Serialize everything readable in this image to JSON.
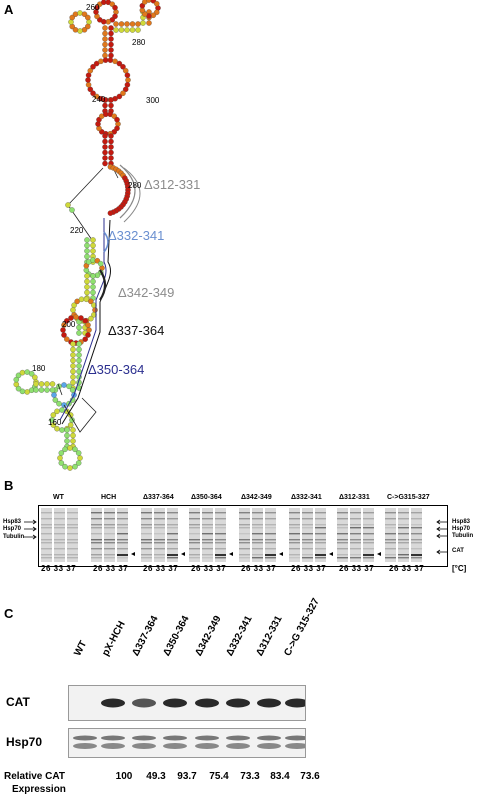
{
  "panel_a": {
    "letter": "A",
    "position_labels": [
      "260",
      "280",
      "240",
      "300",
      "280",
      "220",
      "200",
      "180",
      "160"
    ],
    "deletion_labels": [
      {
        "text": "Δ312-331",
        "color": "#8c8c8c"
      },
      {
        "text": "Δ332-341",
        "color": "#6a8fd0"
      },
      {
        "text": "Δ342-349",
        "color": "#8c8c8c"
      },
      {
        "text": "Δ337-364",
        "color": "#111111"
      },
      {
        "text": "Δ350-364",
        "color": "#2b2f8f"
      }
    ]
  },
  "panel_b": {
    "letter": "B",
    "lanes": [
      "WT",
      "HCH",
      "Δ337-364",
      "Δ350-364",
      "Δ342-349",
      "Δ332-341",
      "Δ312-331",
      "C->G315-327"
    ],
    "temperatures": "26  33  37",
    "unit": "[°C]",
    "left_markers": [
      "Hsp83",
      "Hsp70",
      "Tubulin"
    ],
    "right_markers": [
      "Hsp83",
      "Hsp70",
      "Tubulin"
    ],
    "cat_label": "CAT"
  },
  "panel_c": {
    "letter": "C",
    "lanes": [
      "WT",
      "pX-HCH",
      "Δ337-364",
      "Δ350-364",
      "Δ342-349",
      "Δ332-341",
      "Δ312-331",
      "C->G 315-327"
    ],
    "blot_labels": [
      "CAT",
      "Hsp70"
    ],
    "relative_label_line1": "Relative CAT",
    "relative_label_line2": "Expression",
    "relative_values": [
      "100",
      "49.3",
      "93.7",
      "75.4",
      "73.3",
      "83.4",
      "73.6"
    ]
  }
}
